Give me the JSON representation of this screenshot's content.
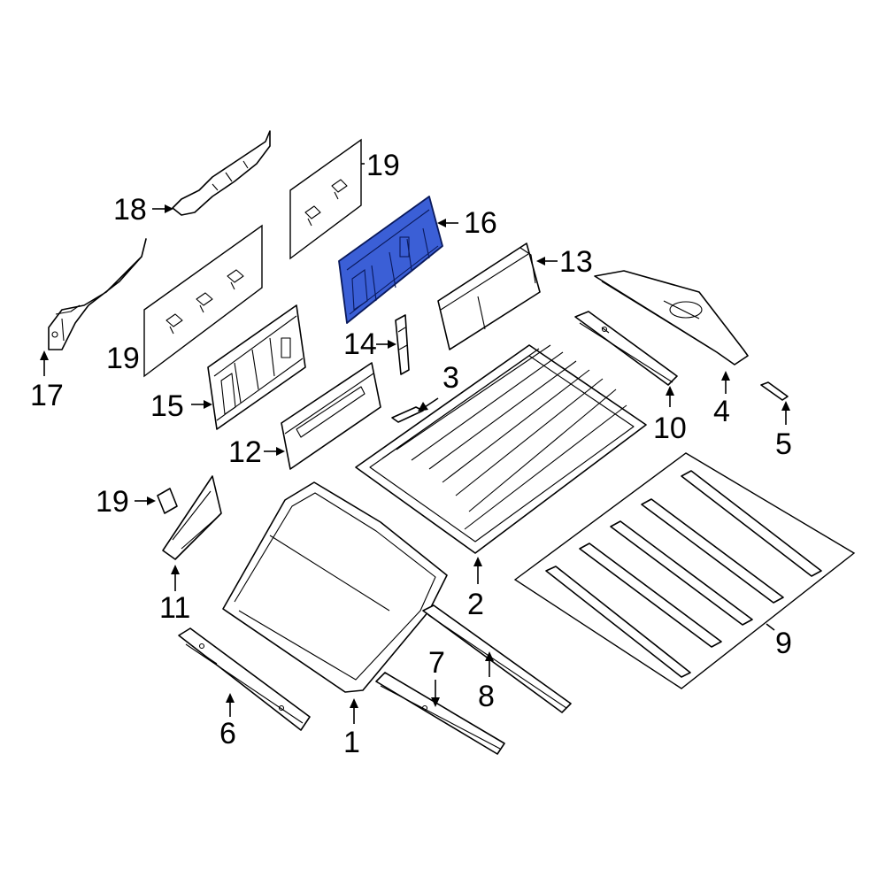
{
  "callouts": {
    "c1": "1",
    "c2": "2",
    "c3": "3",
    "c4": "4",
    "c5": "5",
    "c6": "6",
    "c7": "7",
    "c8": "8",
    "c9": "9",
    "c10": "10",
    "c11": "11",
    "c12": "12",
    "c13": "13",
    "c14": "14",
    "c15": "15",
    "c16": "16",
    "c17": "17",
    "c18": "18",
    "c19a": "19",
    "c19b": "19",
    "c19c": "19"
  },
  "highlight": {
    "part": "16",
    "color": "#3b5fd6"
  }
}
